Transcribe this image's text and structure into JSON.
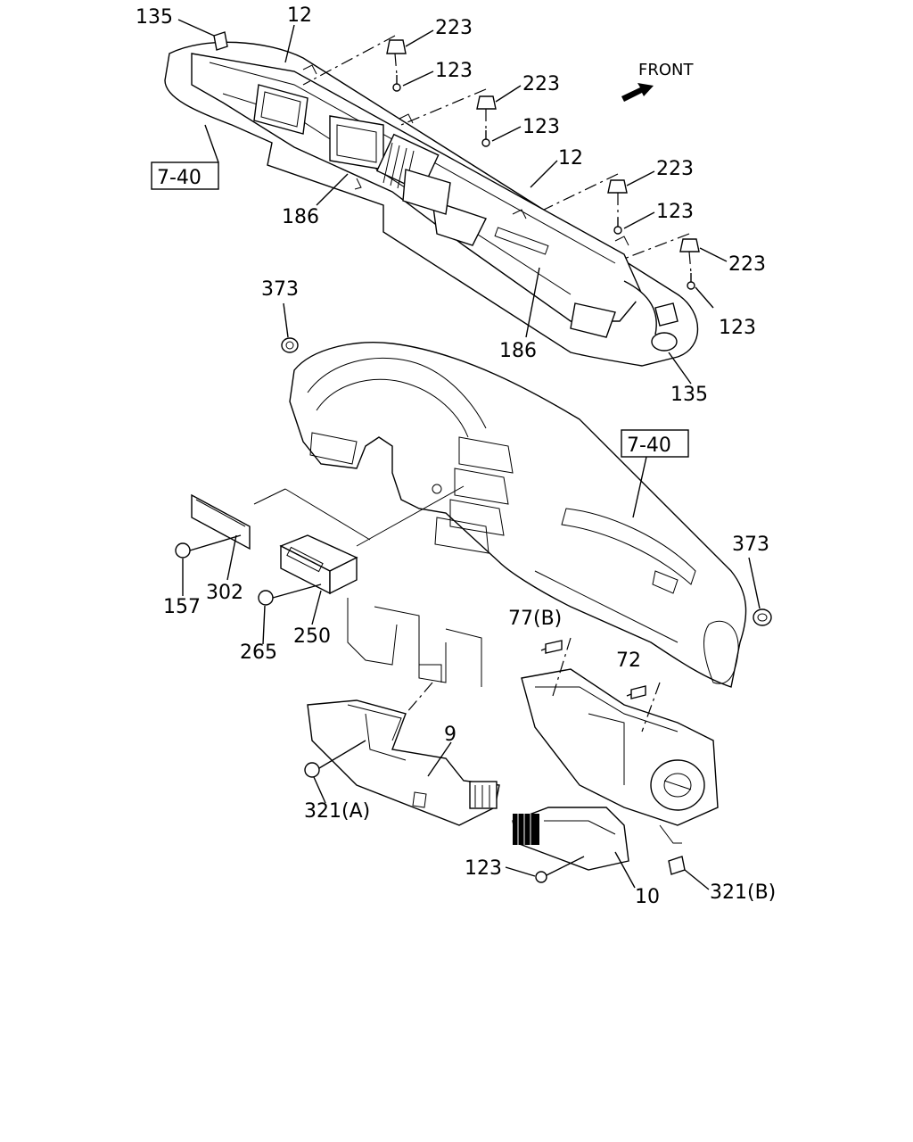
{
  "front_label": "FRONT",
  "refs": {
    "ref_a": "7-40",
    "ref_b": "7-40"
  },
  "labels": {
    "l135a": "135",
    "l12a": "12",
    "l223a": "223",
    "l123a": "123",
    "l223b": "223",
    "l123b": "123",
    "l12b": "12",
    "l223c": "223",
    "l123c": "123",
    "l223d": "223",
    "l123d": "123",
    "l186a": "186",
    "l186b": "186",
    "l135b": "135",
    "l373a": "373",
    "l373b": "373",
    "l157": "157",
    "l302": "302",
    "l265": "265",
    "l250": "250",
    "l77b": "77(B)",
    "l72": "72",
    "l9": "9",
    "l321a": "321(A)",
    "l123e": "123",
    "l10": "10",
    "l321b": "321(B)"
  }
}
